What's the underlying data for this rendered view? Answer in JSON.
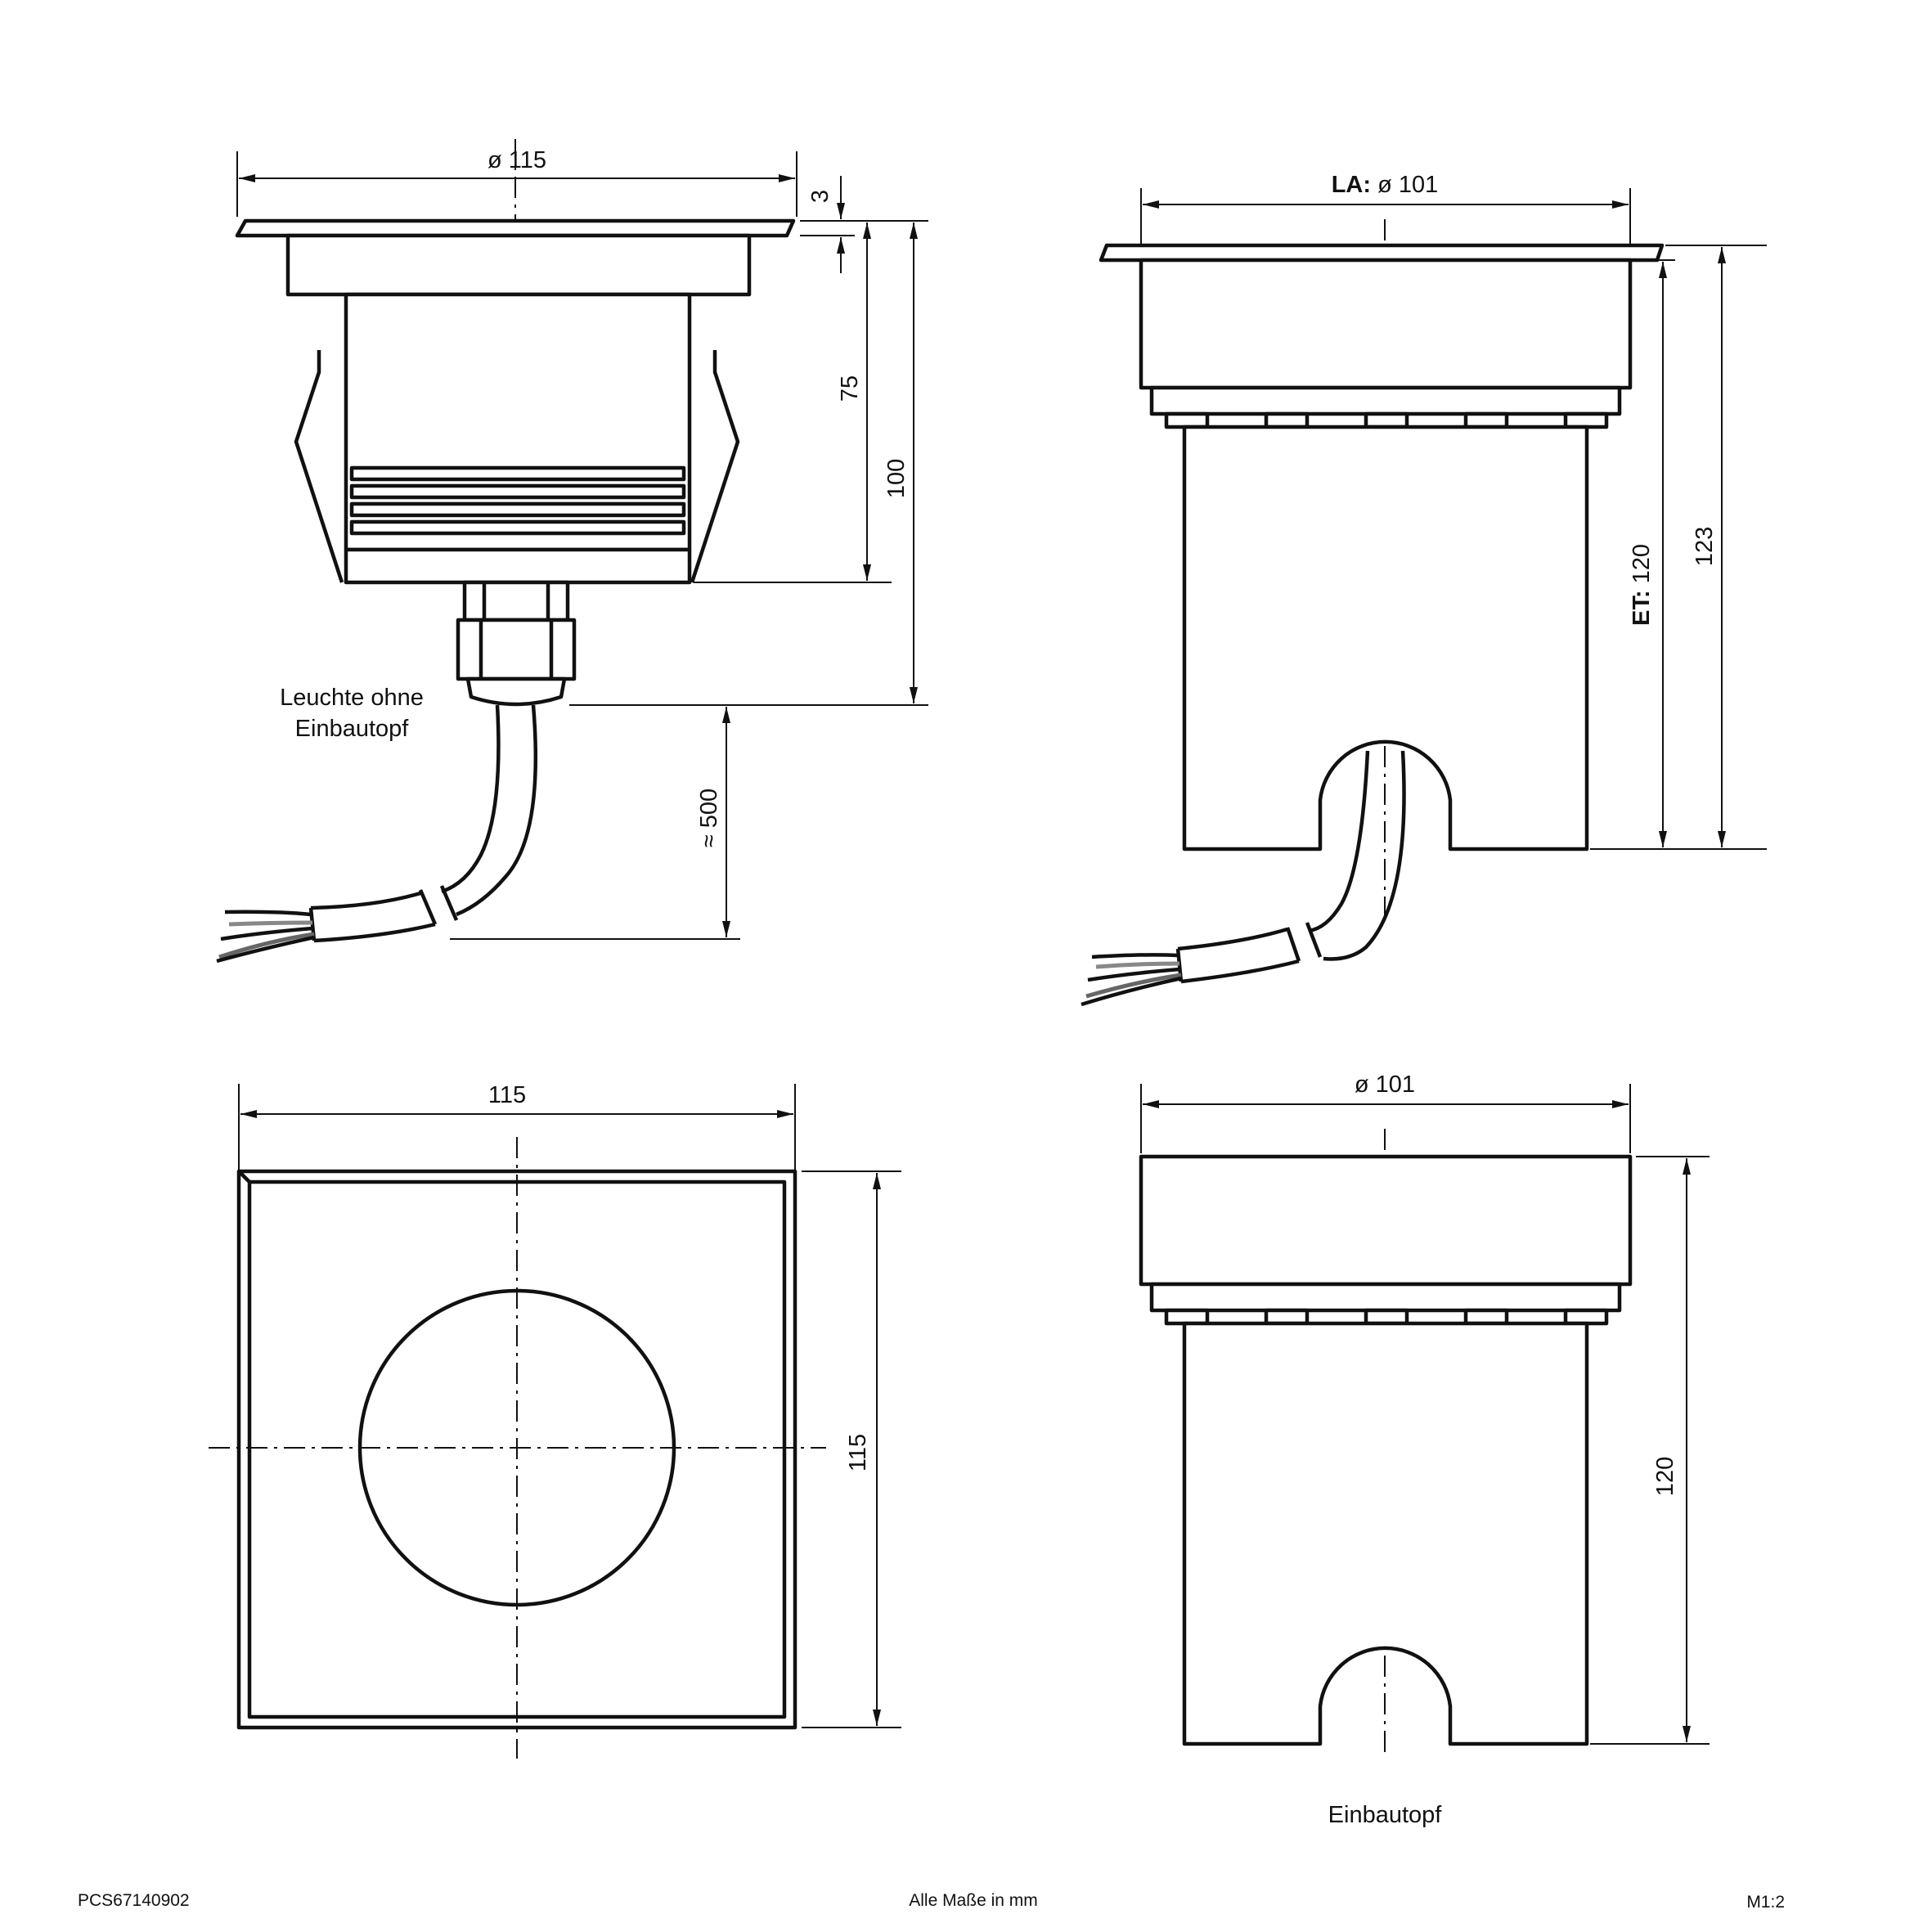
{
  "views": {
    "side": {
      "dim_diameter": "ø 115",
      "dim_flange": "3",
      "dim_height_75": "75",
      "dim_height_100": "100",
      "dim_cable": "≈ 500",
      "caption_line1": "Leuchte ohne",
      "caption_line2": "Einbautopf"
    },
    "assembled": {
      "dim_la_prefix": "LA:",
      "dim_la_value": " ø 101",
      "dim_et_prefix": "ET:",
      "dim_et_value": " 120",
      "dim_total": "123"
    },
    "top": {
      "dim_width": "115",
      "dim_height": "115"
    },
    "housing": {
      "dim_diameter": "ø 101",
      "dim_height": "120",
      "caption": "Einbautopf"
    }
  },
  "footer": {
    "part_number": "PCS67140902",
    "units_note": "Alle Maße in mm",
    "scale": "M1:2"
  }
}
